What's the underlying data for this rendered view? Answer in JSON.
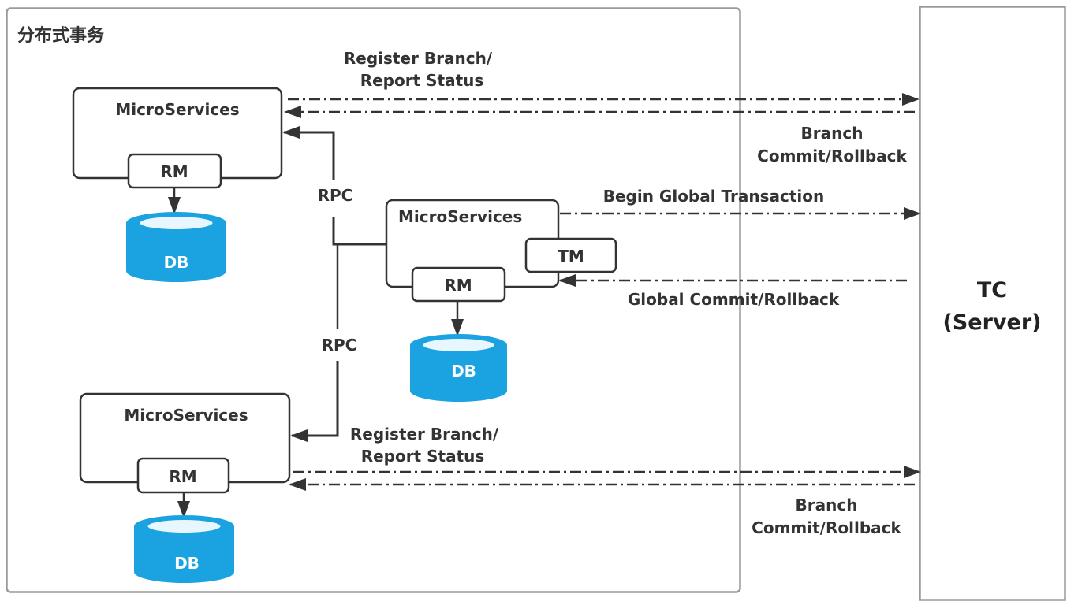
{
  "group": {
    "title": "分布式事务"
  },
  "colors": {
    "db_fill": "#1aa3e0",
    "db_top": "#e8f7ff",
    "line": "#333333",
    "border": "#9a9a9a"
  },
  "services": [
    {
      "title": "MicroServices",
      "rm": "RM",
      "db": "DB"
    },
    {
      "title": "MicroServices",
      "rm": "RM",
      "tm": "TM",
      "db": "DB"
    },
    {
      "title": "MicroServices",
      "rm": "RM",
      "db": "DB"
    }
  ],
  "rpc_labels": [
    "RPC",
    "RPC"
  ],
  "arrows": {
    "top_register": {
      "line1": "Register Branch/",
      "line2": "Report Status"
    },
    "top_branch": {
      "line1": "Branch",
      "line2": "Commit/Rollback"
    },
    "begin_global": "Begin Global Transaction",
    "global_commit": "Global Commit/Rollback",
    "bottom_register": {
      "line1": "Register Branch/",
      "line2": "Report Status"
    },
    "bottom_branch": {
      "line1": "Branch",
      "line2": "Commit/Rollback"
    }
  },
  "tc": {
    "line1": "TC",
    "line2": "(Server)"
  }
}
